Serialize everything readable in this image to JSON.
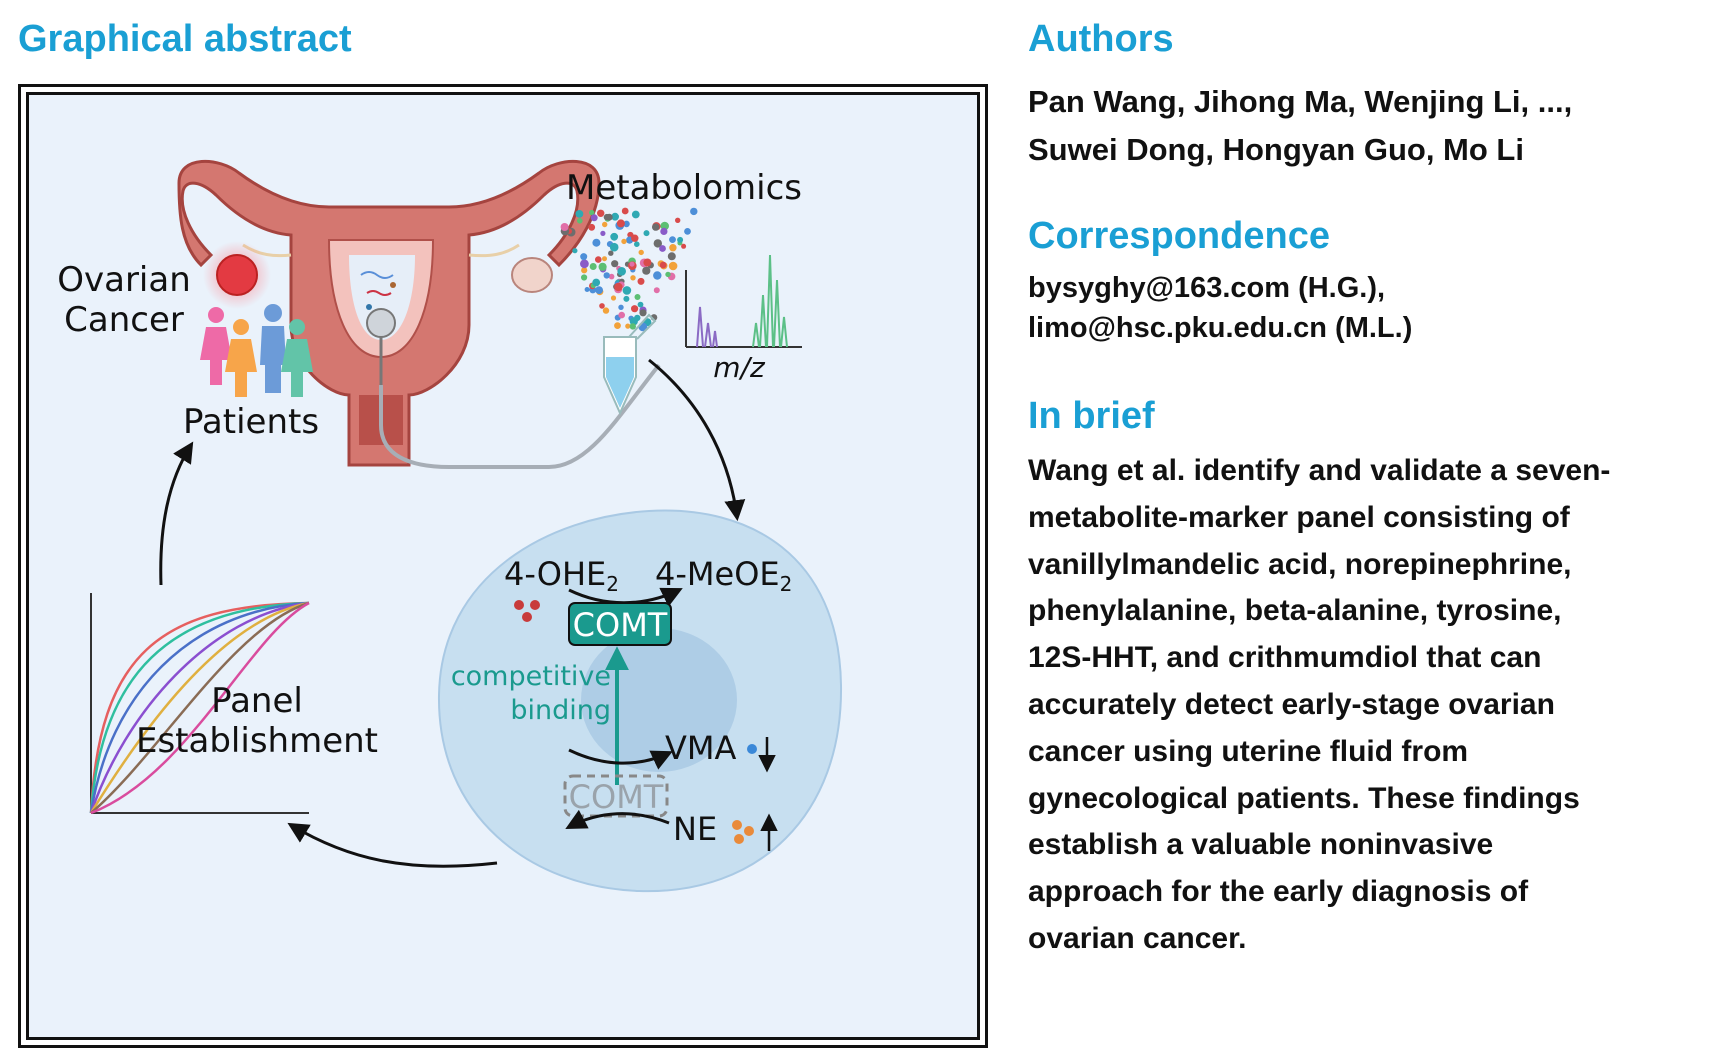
{
  "graphical_abstract": {
    "title": "Graphical abstract",
    "labels": {
      "ovarian_cancer_line1": "Ovarian",
      "ovarian_cancer_line2": "Cancer",
      "patients": "Patients",
      "metabolomics": "Metabolomics",
      "mz": "m/z",
      "ohe2": "4-OHE",
      "ohe2_sub": "2",
      "meoe2": "4-MeOE",
      "meoe2_sub": "2",
      "comt_active": "COMT",
      "comt_inactive": "COMT",
      "competitive_line1": "competitive",
      "competitive_line2": "binding",
      "vma": "VMA",
      "ne": "NE",
      "panel_line1": "Panel",
      "panel_line2": "Establishment"
    },
    "colors": {
      "accent": "#1a9fd4",
      "teal": "#1a9a8e",
      "uterus": "#c9605a",
      "cell": "#c7dff0"
    }
  },
  "authors": {
    "title": "Authors",
    "lines": [
      "Pan Wang, Jihong Ma, Wenjing Li, ...,",
      "Suwei Dong, Hongyan Guo, Mo Li"
    ]
  },
  "correspondence": {
    "title": "Correspondence",
    "lines": [
      "bysyghy@163.com (H.G.),",
      "limo@hsc.pku.edu.cn (M.L.)"
    ]
  },
  "in_brief": {
    "title": "In brief",
    "lines": [
      "Wang et al. identify and validate a seven-",
      "metabolite-marker panel consisting of",
      "vanillylmandelic acid, norepinephrine,",
      "phenylalanine, beta-alanine, tyrosine,",
      "12S-HHT, and crithmumdiol that can",
      "accurately detect early-stage ovarian",
      "cancer using uterine fluid from",
      "gynecological patients. These findings",
      "establish a valuable noninvasive",
      "approach for the early diagnosis of",
      "ovarian cancer."
    ]
  }
}
